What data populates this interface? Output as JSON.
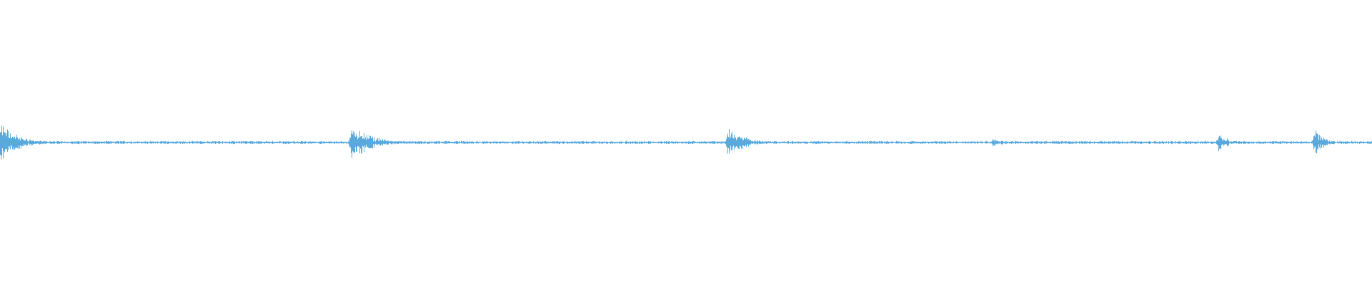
{
  "waveform": {
    "color": "#5aa9dd",
    "background": "#ffffff",
    "baseline_level": 0.5,
    "noise_amplitude": 0.006,
    "bursts": [
      {
        "position": 0.0,
        "peak": 0.085,
        "decay": 0.012
      },
      {
        "position": 0.256,
        "peak": 0.075,
        "decay": 0.014
      },
      {
        "position": 0.53,
        "peak": 0.075,
        "decay": 0.01
      },
      {
        "position": 0.723,
        "peak": 0.02,
        "decay": 0.008
      },
      {
        "position": 0.888,
        "peak": 0.042,
        "decay": 0.006
      },
      {
        "position": 0.958,
        "peak": 0.06,
        "decay": 0.006
      }
    ]
  }
}
